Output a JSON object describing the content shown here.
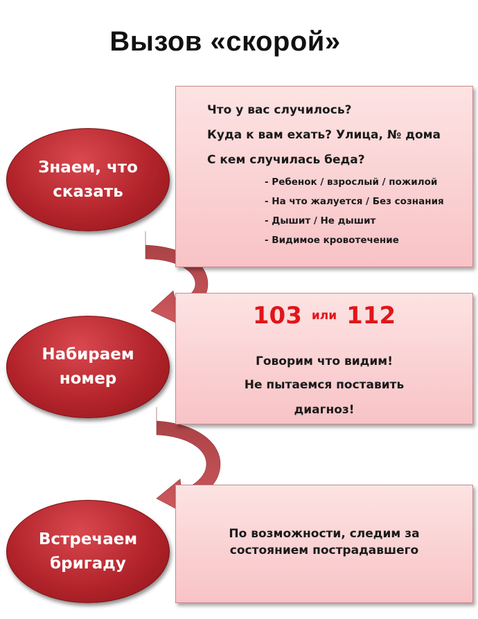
{
  "title": "Вызов «скорой»",
  "steps": [
    {
      "label_lines": [
        "Знаем, что",
        "сказать"
      ],
      "questions": [
        "Что у вас случилось?",
        "Куда к вам ехать? Улица, № дома",
        "С кем случилась беда?"
      ],
      "details": [
        "- Ребенок / взрослый / пожилой",
        "- На что жалуется / Без сознания",
        "- Дышит / Не дышит",
        "- Видимое кровотечение"
      ]
    },
    {
      "label_lines": [
        "Набираем",
        "номер"
      ],
      "number_1": "103",
      "or_text": "или",
      "number_2": "112",
      "lines": [
        "Говорим что видим!",
        "Не пытаемся поставить",
        "диагноз!"
      ]
    },
    {
      "label_lines": [
        "Встречаем",
        "бригаду"
      ],
      "lines": [
        "По возможности, следим за",
        "состоянием пострадавшего"
      ]
    }
  ],
  "colors": {
    "ellipse": "#b3242b",
    "box_fill": "#f8c3c6",
    "number_red": "#e0161a",
    "arrow": "#b8373d"
  }
}
